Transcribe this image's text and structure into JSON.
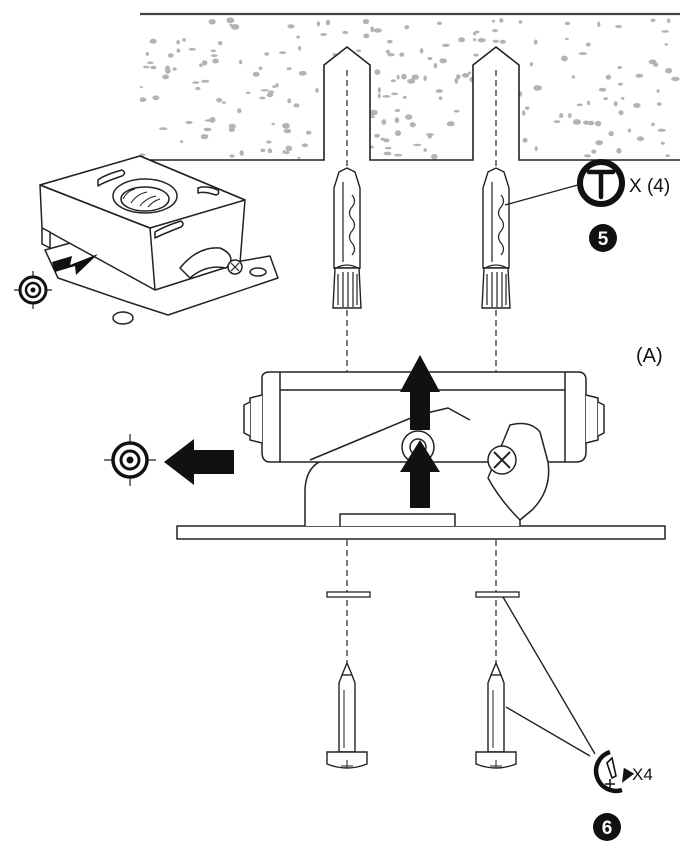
{
  "labels": {
    "anchor_qty": "X (4)",
    "step_anchor": "5",
    "view_label": "(A)",
    "screw_qty": "X4",
    "step_screw": "6"
  },
  "icons": {
    "hammer": "hammer-icon",
    "screwdriver": "screwdriver-rotate-icon",
    "target": "target-icon",
    "arrow": "arrow-icon"
  },
  "colors": {
    "line": "#111111",
    "ceiling_dots": "#b3b3b3",
    "background": "#ffffff"
  }
}
